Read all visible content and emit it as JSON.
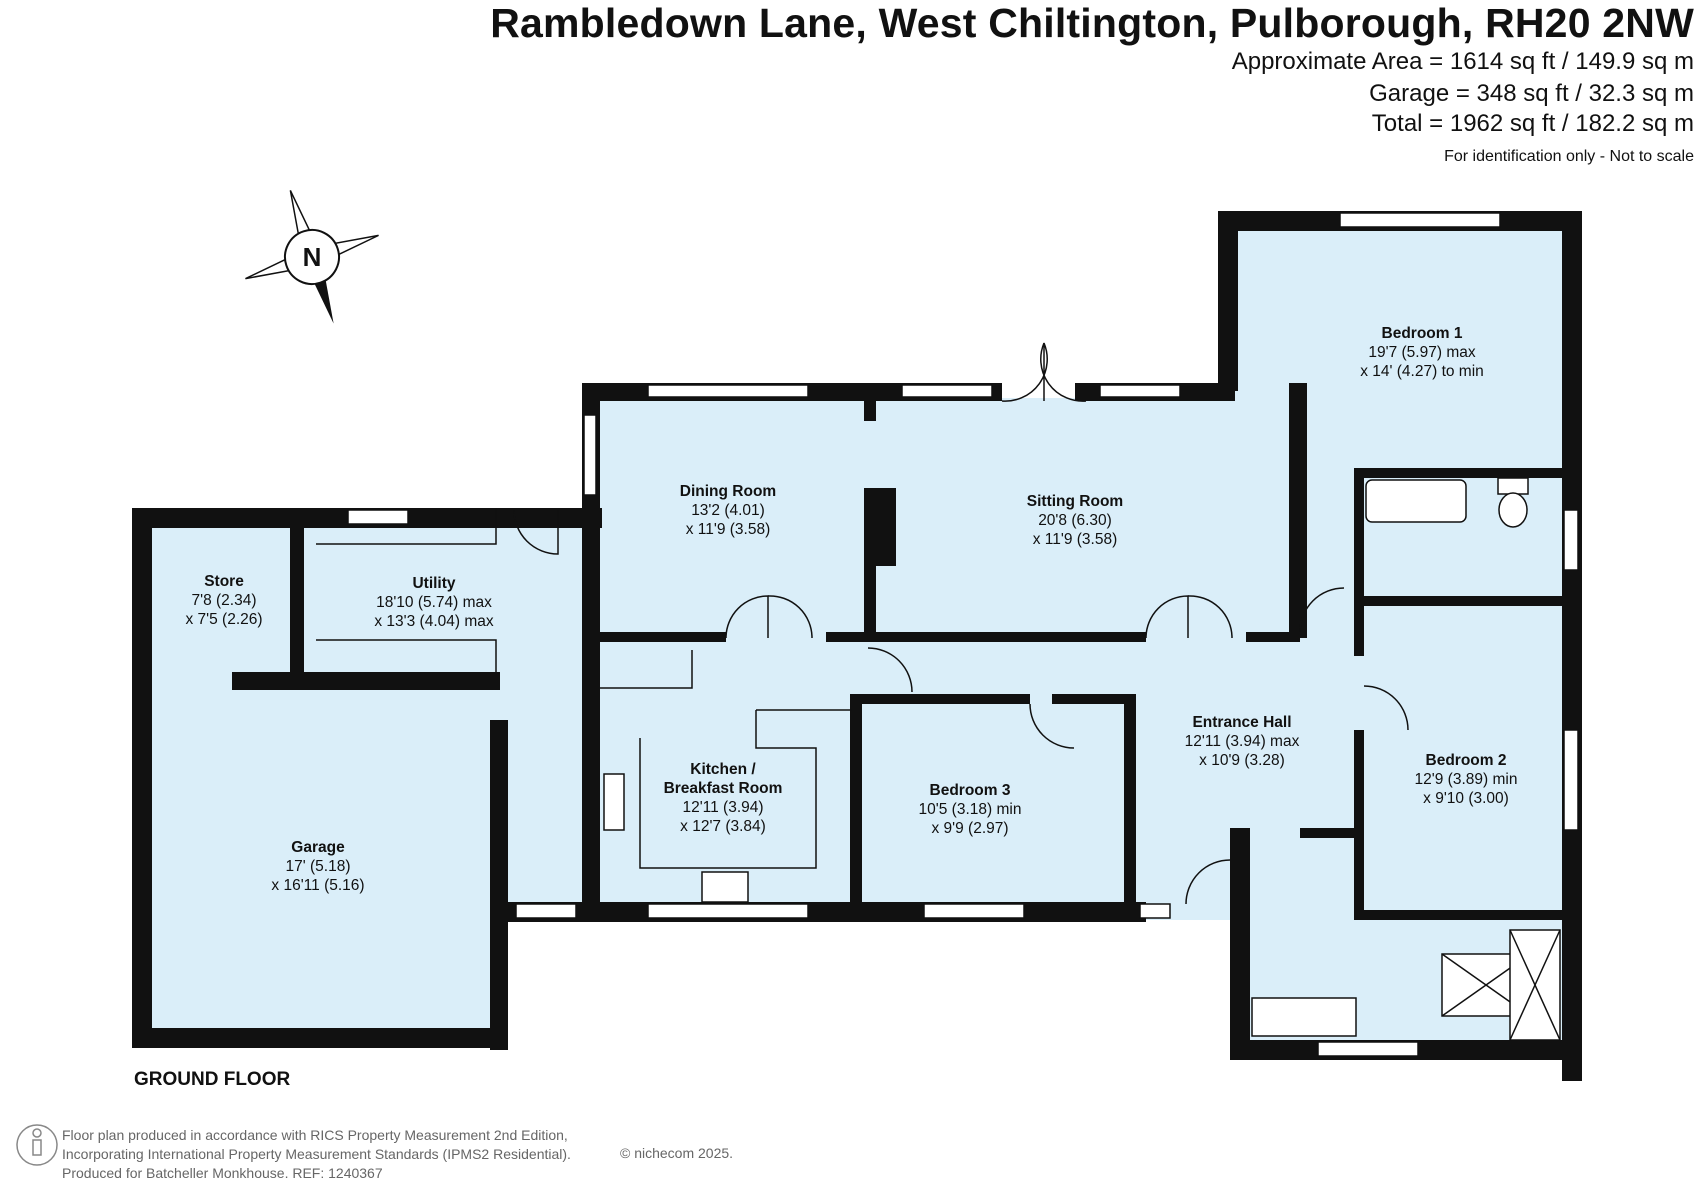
{
  "header": {
    "address": "Rambledown Lane, West Chiltington, Pulborough, RH20 2NW",
    "approx_area": "Approximate Area = 1614 sq ft / 149.9 sq m",
    "garage_area": "Garage = 348 sq ft / 32.3 sq m",
    "total_area": "Total = 1962 sq ft / 182.2 sq m",
    "note": "For identification only - Not to scale"
  },
  "compass": {
    "label": "N",
    "icon": "north-arrow-icon"
  },
  "floor_label": "GROUND FLOOR",
  "rooms": {
    "bedroom1": {
      "name": "Bedroom 1",
      "dim1": "19'7 (5.97) max",
      "dim2": "x 14' (4.27) to min"
    },
    "dining": {
      "name": "Dining Room",
      "dim1": "13'2 (4.01)",
      "dim2": "x 11'9 (3.58)"
    },
    "sitting": {
      "name": "Sitting Room",
      "dim1": "20'8 (6.30)",
      "dim2": "x 11'9 (3.58)"
    },
    "store": {
      "name": "Store",
      "dim1": "7'8 (2.34)",
      "dim2": "x 7'5 (2.26)"
    },
    "utility": {
      "name": "Utility",
      "dim1": "18'10 (5.74) max",
      "dim2": "x 13'3 (4.04) max"
    },
    "entrance": {
      "name": "Entrance Hall",
      "dim1": "12'11 (3.94) max",
      "dim2": "x 10'9 (3.28)"
    },
    "bedroom2": {
      "name": "Bedroom 2",
      "dim1": "12'9 (3.89) min",
      "dim2": "x 9'10 (3.00)"
    },
    "kitchen": {
      "name": "Kitchen /",
      "name2": "Breakfast Room",
      "dim1": "12'11 (3.94)",
      "dim2": "x 12'7 (3.84)"
    },
    "bedroom3": {
      "name": "Bedroom 3",
      "dim1": "10'5 (3.18) min",
      "dim2": "x 9'9 (2.97)"
    },
    "garage": {
      "name": "Garage",
      "dim1": "17' (5.18)",
      "dim2": "x 16'11 (5.16)"
    }
  },
  "footer": {
    "line1": "Floor plan produced in accordance with RICS Property Measurement 2nd Edition,",
    "line2": "Incorporating International Property Measurement Standards (IPMS2 Residential).",
    "line3": "Produced for Batcheller Monkhouse.   REF: 1240367",
    "copyright": "© nichecom 2025."
  },
  "colors": {
    "room_fill": "#daeef9",
    "wall": "#111111",
    "window": "#ffffff"
  }
}
